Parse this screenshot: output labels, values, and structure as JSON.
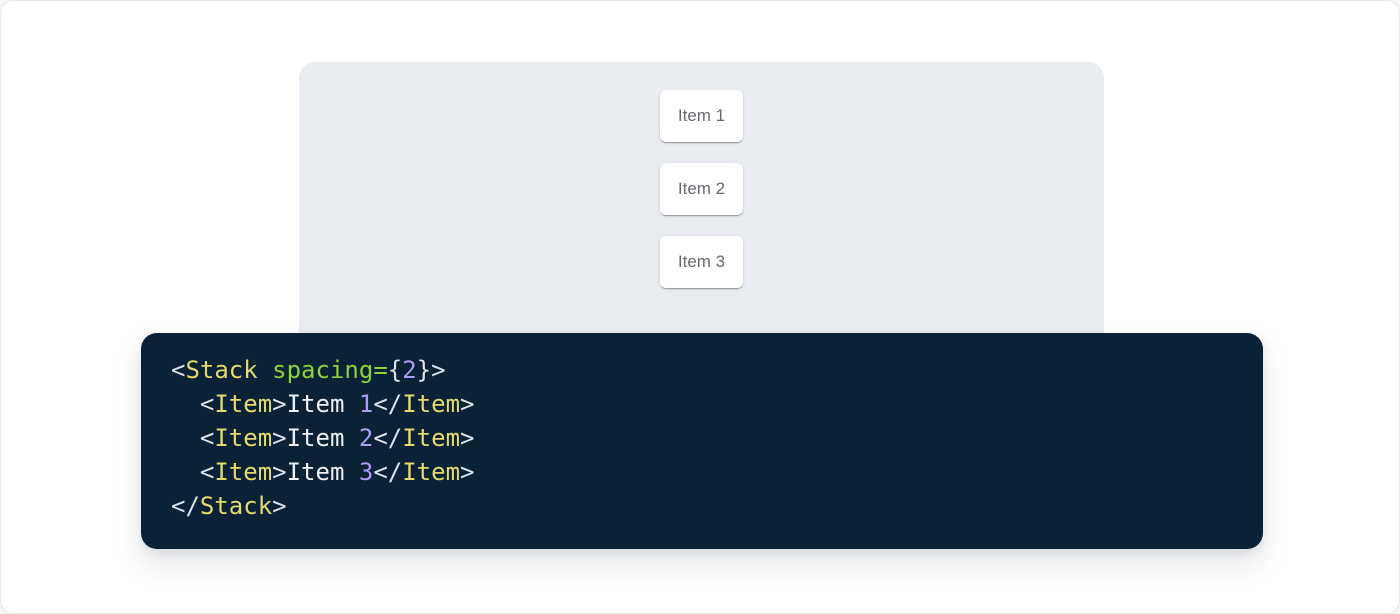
{
  "page": {
    "background": "#f6f7f8",
    "card_background": "#ffffff",
    "card_border": "#e7e9ec"
  },
  "demo": {
    "panel_background": "#e9ecf1",
    "item_text_color": "#66696e",
    "items": [
      "Item 1",
      "Item 2",
      "Item 3"
    ]
  },
  "code": {
    "background": "#0a2136",
    "colors": {
      "tag": "#e3d96f",
      "attr": "#8dd13f",
      "num": "#ab9bf2",
      "punct": "#dbe2ea",
      "plain": "#eef2f7"
    },
    "source_text": "<Stack spacing={2}>\n  <Item>Item 1</Item>\n  <Item>Item 2</Item>\n  <Item>Item 3</Item>\n</Stack>",
    "lines": [
      [
        {
          "t": "<",
          "c": "punct"
        },
        {
          "t": "Stack",
          "c": "tag"
        },
        {
          "t": " ",
          "c": "plain"
        },
        {
          "t": "spacing",
          "c": "attr"
        },
        {
          "t": "=",
          "c": "attr"
        },
        {
          "t": "{",
          "c": "punct"
        },
        {
          "t": "2",
          "c": "num"
        },
        {
          "t": "}",
          "c": "punct"
        },
        {
          "t": ">",
          "c": "punct"
        }
      ],
      [
        {
          "t": "  ",
          "c": "plain"
        },
        {
          "t": "<",
          "c": "punct"
        },
        {
          "t": "Item",
          "c": "tag"
        },
        {
          "t": ">",
          "c": "punct"
        },
        {
          "t": "Item ",
          "c": "plain"
        },
        {
          "t": "1",
          "c": "num"
        },
        {
          "t": "</",
          "c": "punct"
        },
        {
          "t": "Item",
          "c": "tag"
        },
        {
          "t": ">",
          "c": "punct"
        }
      ],
      [
        {
          "t": "  ",
          "c": "plain"
        },
        {
          "t": "<",
          "c": "punct"
        },
        {
          "t": "Item",
          "c": "tag"
        },
        {
          "t": ">",
          "c": "punct"
        },
        {
          "t": "Item ",
          "c": "plain"
        },
        {
          "t": "2",
          "c": "num"
        },
        {
          "t": "</",
          "c": "punct"
        },
        {
          "t": "Item",
          "c": "tag"
        },
        {
          "t": ">",
          "c": "punct"
        }
      ],
      [
        {
          "t": "  ",
          "c": "plain"
        },
        {
          "t": "<",
          "c": "punct"
        },
        {
          "t": "Item",
          "c": "tag"
        },
        {
          "t": ">",
          "c": "punct"
        },
        {
          "t": "Item ",
          "c": "plain"
        },
        {
          "t": "3",
          "c": "num"
        },
        {
          "t": "</",
          "c": "punct"
        },
        {
          "t": "Item",
          "c": "tag"
        },
        {
          "t": ">",
          "c": "punct"
        }
      ],
      [
        {
          "t": "</",
          "c": "punct"
        },
        {
          "t": "Stack",
          "c": "tag"
        },
        {
          "t": ">",
          "c": "punct"
        }
      ]
    ]
  }
}
